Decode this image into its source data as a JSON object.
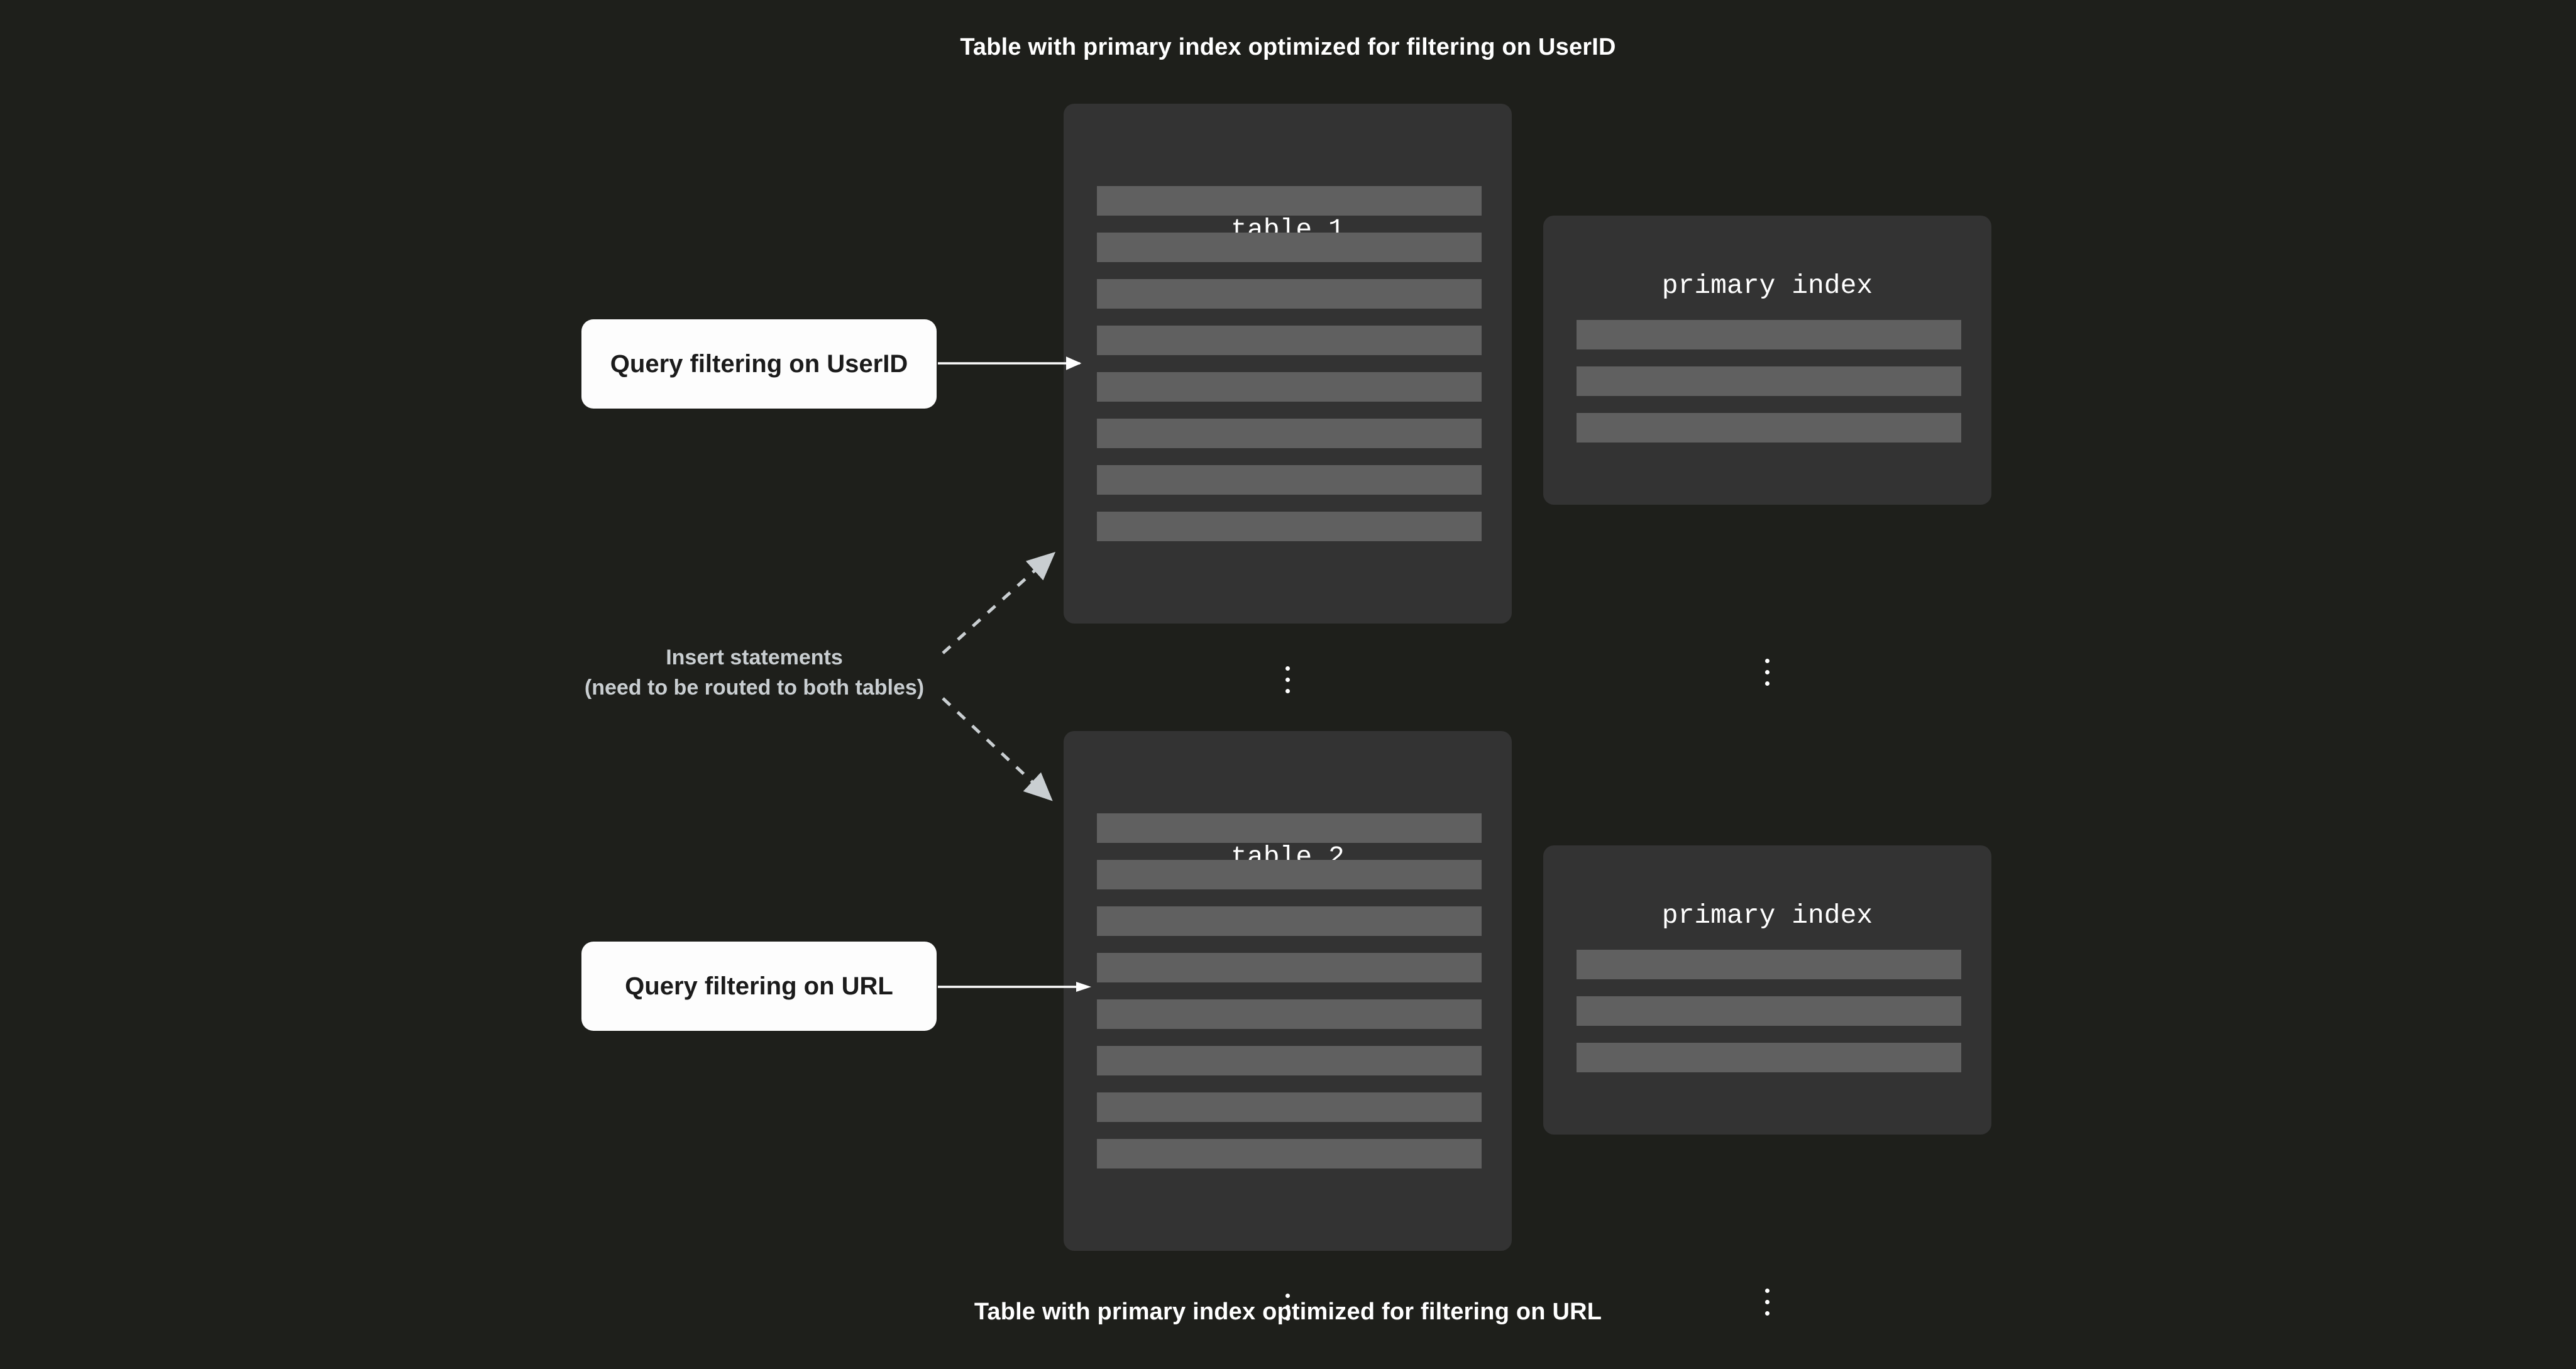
{
  "diagram": {
    "background_color": "#1E1F1B",
    "caption_top": "Table with primary index optimized for filtering on UserID",
    "caption_bottom": "Table with primary index optimized for filtering on URL",
    "insert_label_line1": "Insert statements",
    "insert_label_line2": "(need to be routed to both tables)",
    "colors": {
      "card": "#333333",
      "row": "#606060",
      "query_box": "#FDFDFD",
      "query_text": "#1B1B1B",
      "caption_text": "#FFFFFF",
      "label_text": "#C9CED1",
      "arrow_solid": "#FFFFFF",
      "arrow_dashed": "#C9CED1"
    }
  },
  "tables": [
    {
      "id": "table-1",
      "title": "table 1",
      "row_count": 8,
      "has_ellipsis": true,
      "ellipsis": "vertical-ellipsis",
      "index": {
        "id": "primary-index-1",
        "title": "primary index",
        "row_count": 3,
        "has_ellipsis": true,
        "ellipsis": "vertical-ellipsis"
      },
      "query": {
        "id": "query-userid",
        "label": "Query filtering on UserID"
      }
    },
    {
      "id": "table-2",
      "title": "table 2",
      "row_count": 8,
      "has_ellipsis": true,
      "ellipsis": "vertical-ellipsis",
      "index": {
        "id": "primary-index-2",
        "title": "primary index",
        "row_count": 3,
        "has_ellipsis": true,
        "ellipsis": "vertical-ellipsis"
      },
      "query": {
        "id": "query-url",
        "label": "Query filtering on URL"
      }
    }
  ],
  "connectors": [
    {
      "id": "query-arrow-1",
      "style": "solid",
      "from": "query-userid",
      "to": "table-1"
    },
    {
      "id": "query-arrow-2",
      "style": "solid",
      "from": "query-url",
      "to": "table-2"
    },
    {
      "id": "insert-arrow-1",
      "style": "dashed",
      "from": "insert-statements",
      "to": "table-1"
    },
    {
      "id": "insert-arrow-2",
      "style": "dashed",
      "from": "insert-statements",
      "to": "table-2"
    }
  ]
}
